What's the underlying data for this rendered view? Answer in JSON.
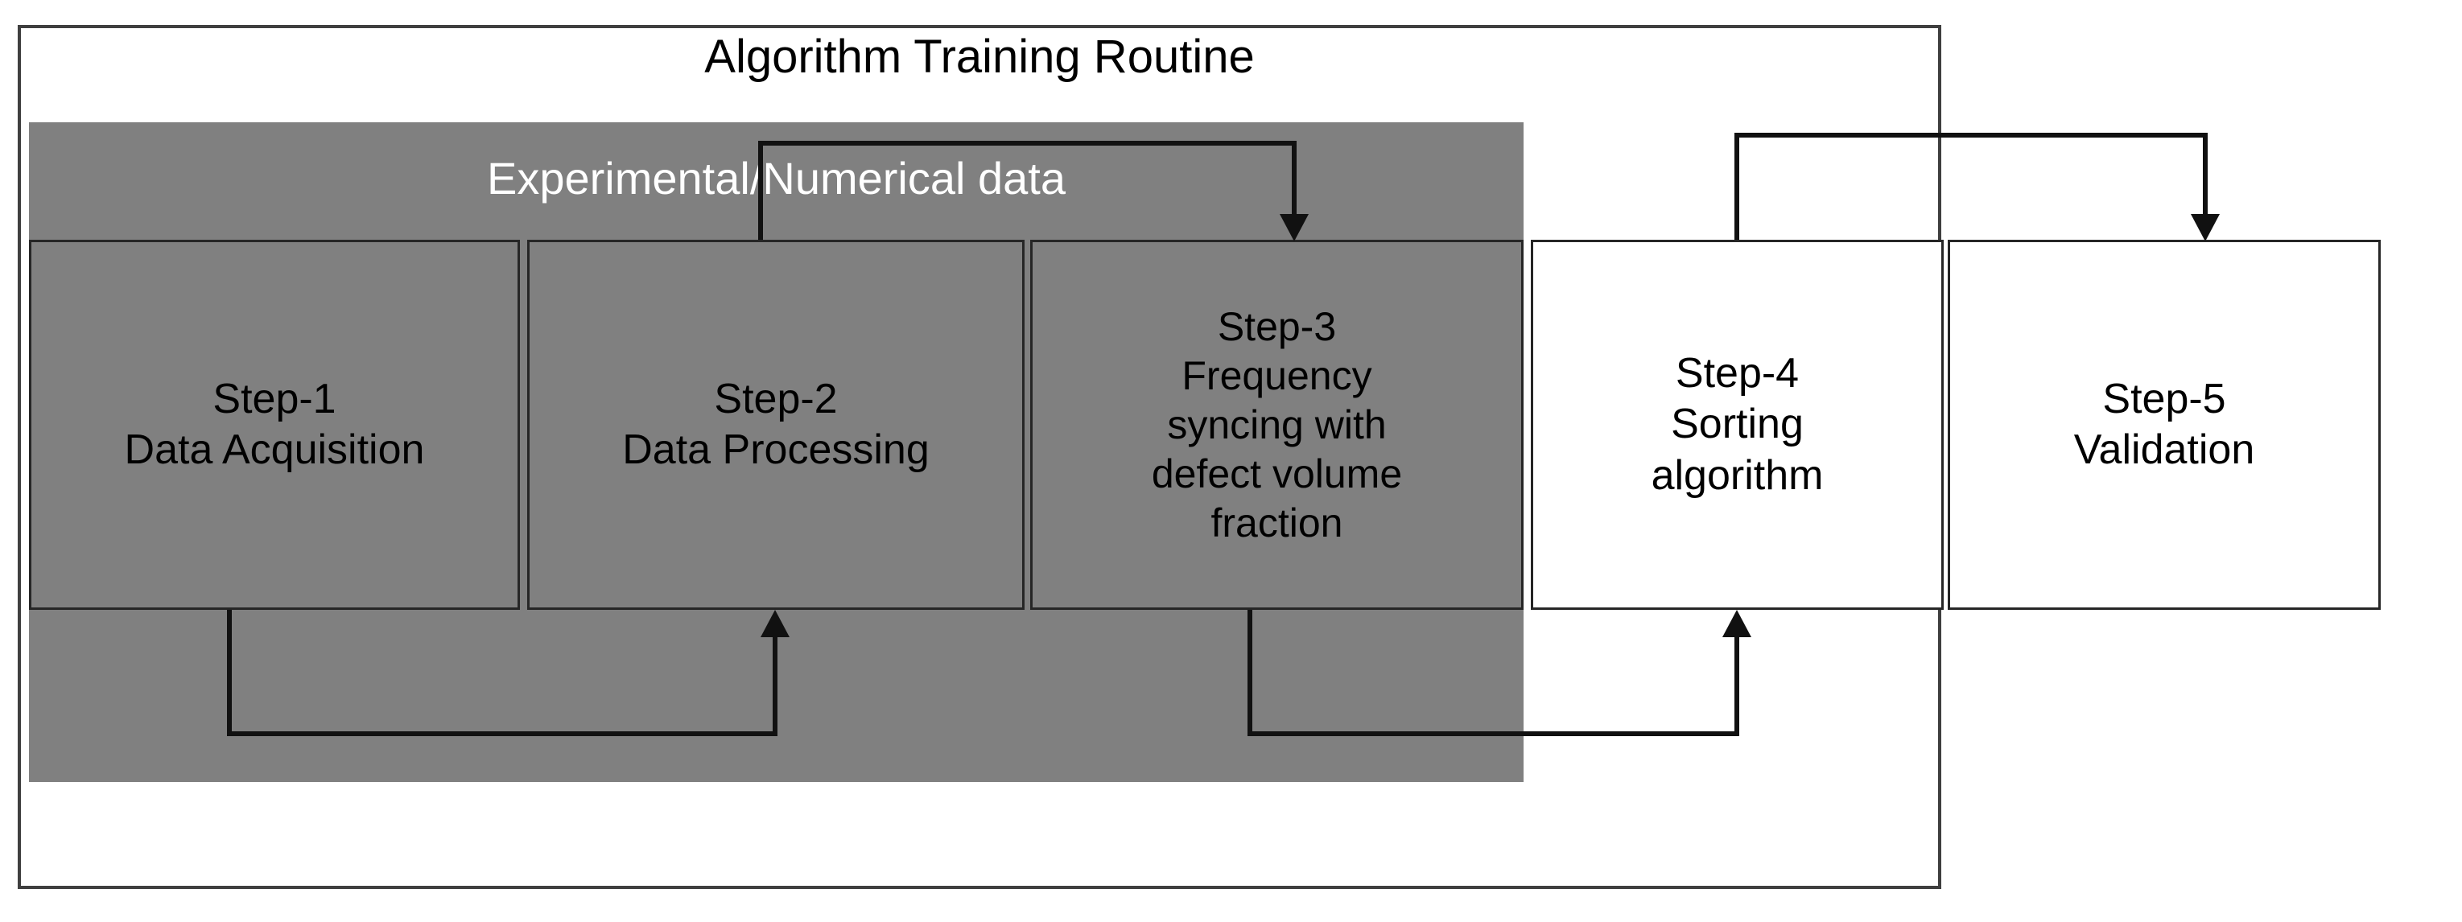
{
  "diagram": {
    "title": "Algorithm Training Routine",
    "band_label": "Experimental/Numerical data",
    "colors": {
      "band_fill": "#808080",
      "band_text": "#ffffff",
      "box_stroke": "#262626",
      "frame_stroke": "#3f3f3f",
      "connector": "#111111",
      "page_background": "#ffffff"
    },
    "steps": [
      {
        "id": "step-1",
        "number": "Step-1",
        "name": "Data Acquisition",
        "fill": "gray",
        "inside_band": true
      },
      {
        "id": "step-2",
        "number": "Step-2",
        "name": "Data Processing",
        "fill": "gray",
        "inside_band": true
      },
      {
        "id": "step-3",
        "number": "Step-3",
        "name_line_1": "Frequency",
        "name_line_2": "syncing with",
        "name_line_3": "defect volume",
        "name_line_4": "fraction",
        "fill": "gray",
        "inside_band": true
      },
      {
        "id": "step-4",
        "number": "Step-4",
        "name_line_1": "Sorting",
        "name_line_2": "algorithm",
        "fill": "white",
        "inside_band": false
      },
      {
        "id": "step-5",
        "number": "Step-5",
        "name": "Validation",
        "fill": "white",
        "inside_band": false
      }
    ],
    "connectors": [
      {
        "id": "conn-step2-to-step3",
        "from": "step-2",
        "to": "step-3",
        "route": "up-over-down",
        "arrowhead": "down"
      },
      {
        "id": "conn-step1-to-step2",
        "from": "step-1",
        "to": "step-2",
        "route": "down-over-up",
        "arrowhead": "up"
      },
      {
        "id": "conn-step3-to-step4",
        "from": "step-3",
        "to": "step-4",
        "route": "down-over-up",
        "arrowhead": "up"
      },
      {
        "id": "conn-step4-to-step5",
        "from": "step-4",
        "to": "step-5",
        "route": "up-over-down",
        "arrowhead": "down"
      }
    ]
  }
}
